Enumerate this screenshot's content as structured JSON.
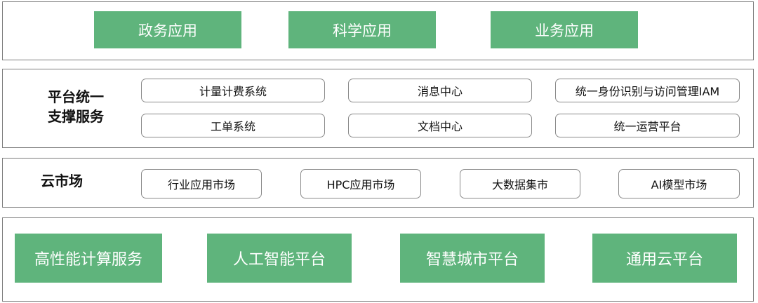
{
  "applications": {
    "items": [
      "政务应用",
      "科学应用",
      "业务应用"
    ]
  },
  "platform_support": {
    "label": "平台统一\n支撑服务",
    "items": [
      "计量计费系统",
      "消息中心",
      "统一身份识别与访问管理IAM",
      "工单系统",
      "文档中心",
      "统一运营平台"
    ]
  },
  "cloud_market": {
    "label": "云市场",
    "items": [
      "行业应用市场",
      "HPC应用市场",
      "大数据集市",
      "AI模型市场"
    ]
  },
  "platforms": {
    "items": [
      "高性能计算服务",
      "人工智能平台",
      "智慧城市平台",
      "通用云平台"
    ]
  },
  "colors": {
    "accent_green": "#5fb47c",
    "border_gray": "#7d7d7d"
  }
}
